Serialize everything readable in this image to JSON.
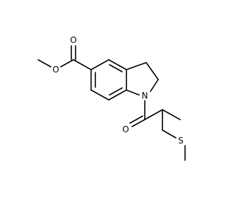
{
  "molecule": {
    "atom_color": "#000000",
    "labels": {
      "carbonyl_oxygen": "O",
      "ester_oxygen": "O",
      "nitrogen": "N",
      "amide_oxygen": "O",
      "sulfur": "S"
    }
  }
}
